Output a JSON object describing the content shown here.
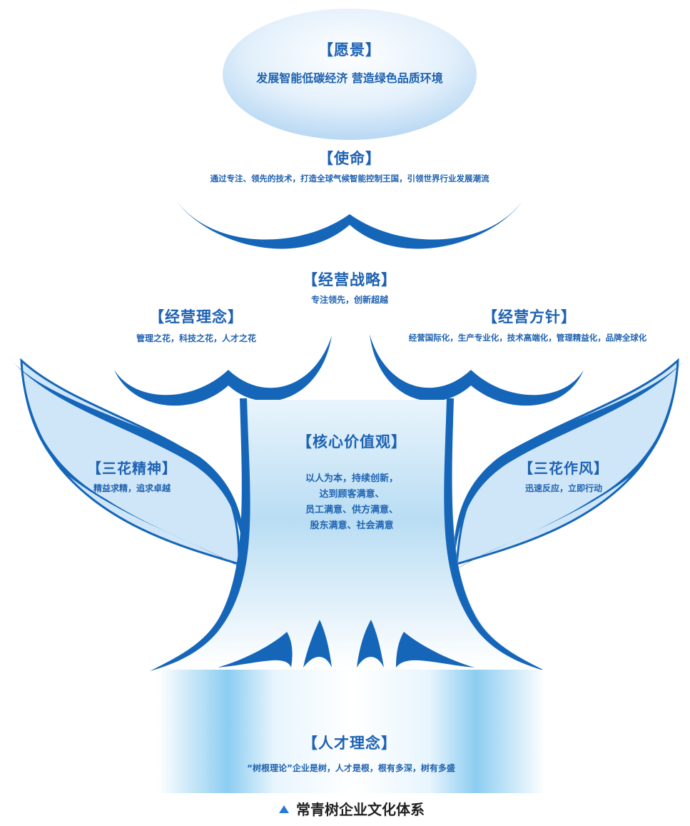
{
  "vision": {
    "title": "【愿景】",
    "text": "发展智能低碳经济 营造绿色品质环境"
  },
  "mission": {
    "title": "【使命】",
    "text": "通过专注、领先的技术，打造全球气候智能控制王国，引领世界行业发展潮流"
  },
  "strategy": {
    "title": "【经营战略】",
    "text": "专注领先，创新超越"
  },
  "philosophy": {
    "title": "【经营理念】",
    "text": "管理之花，科技之花，人才之花"
  },
  "policy": {
    "title": "【经营方针】",
    "text": "经营国际化，生产专业化，技术高端化，管理精益化，品牌全球化"
  },
  "spirit": {
    "title": "【三花精神】",
    "text": "精益求精，追求卓越"
  },
  "style": {
    "title": "【三花作风】",
    "text": "迅速反应，立即行动"
  },
  "core_values": {
    "title": "【核心价值观】",
    "lines": [
      "以人为本，持续创新，",
      "达到顾客满意、",
      "员工满意、供方满意、",
      "股东满意、社会满意"
    ]
  },
  "talent": {
    "title": "【人才理念】",
    "text": "“树根理论”企业是树，人才是根，根有多深，树有多盛"
  },
  "caption": {
    "text": "常青树企业文化体系"
  },
  "colors": {
    "primary": "#1762b7",
    "light_fill": "#cfe6f8",
    "accent": "#2a7bd0"
  }
}
